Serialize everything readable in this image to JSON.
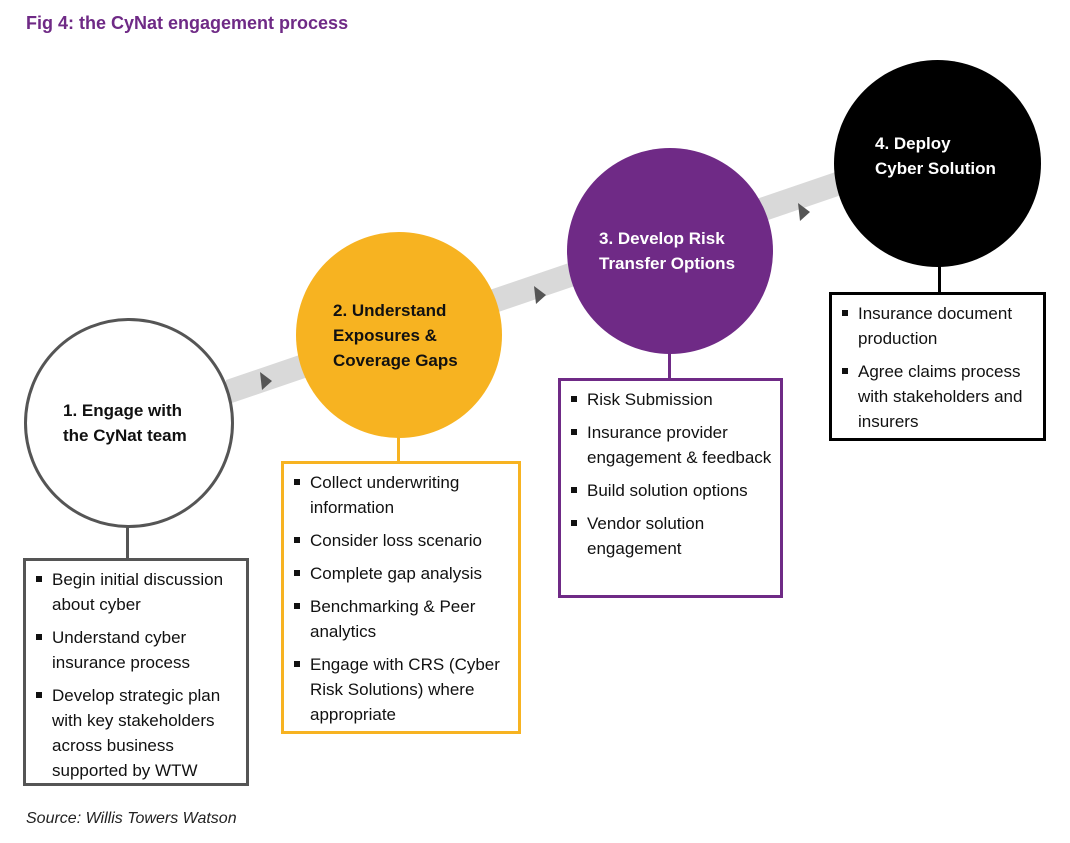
{
  "title": "Fig 4: the CyNat engagement process",
  "source": "Source: Willis Towers Watson",
  "colors": {
    "title": "#6f2a86",
    "band": "#d9d9d9",
    "arrow": "#555555",
    "step1": "#555555",
    "step2": "#f7b321",
    "step3": "#6f2a86",
    "step4": "#000000"
  },
  "steps": [
    {
      "label": "1. Engage with\nthe CyNat team",
      "items": [
        "Begin initial discussion about cyber",
        "Understand cyber insurance process",
        "Develop strategic plan with key stakeholders across business supported by WTW"
      ]
    },
    {
      "label": "2. Understand\nExposures &\nCoverage Gaps",
      "items": [
        "Collect underwriting information",
        "Consider loss scenario",
        "Complete gap analysis",
        "Benchmarking & Peer analytics",
        "Engage with CRS (Cyber Risk Solutions) where appropriate"
      ]
    },
    {
      "label": "3. Develop Risk\nTransfer Options",
      "items": [
        "Risk Submission",
        "Insurance provider engagement & feedback",
        "Build solution options",
        "Vendor solution engagement"
      ]
    },
    {
      "label": "4. Deploy\nCyber Solution",
      "items": [
        "Insurance document production",
        "Agree claims process with stakeholders and insurers"
      ]
    }
  ]
}
